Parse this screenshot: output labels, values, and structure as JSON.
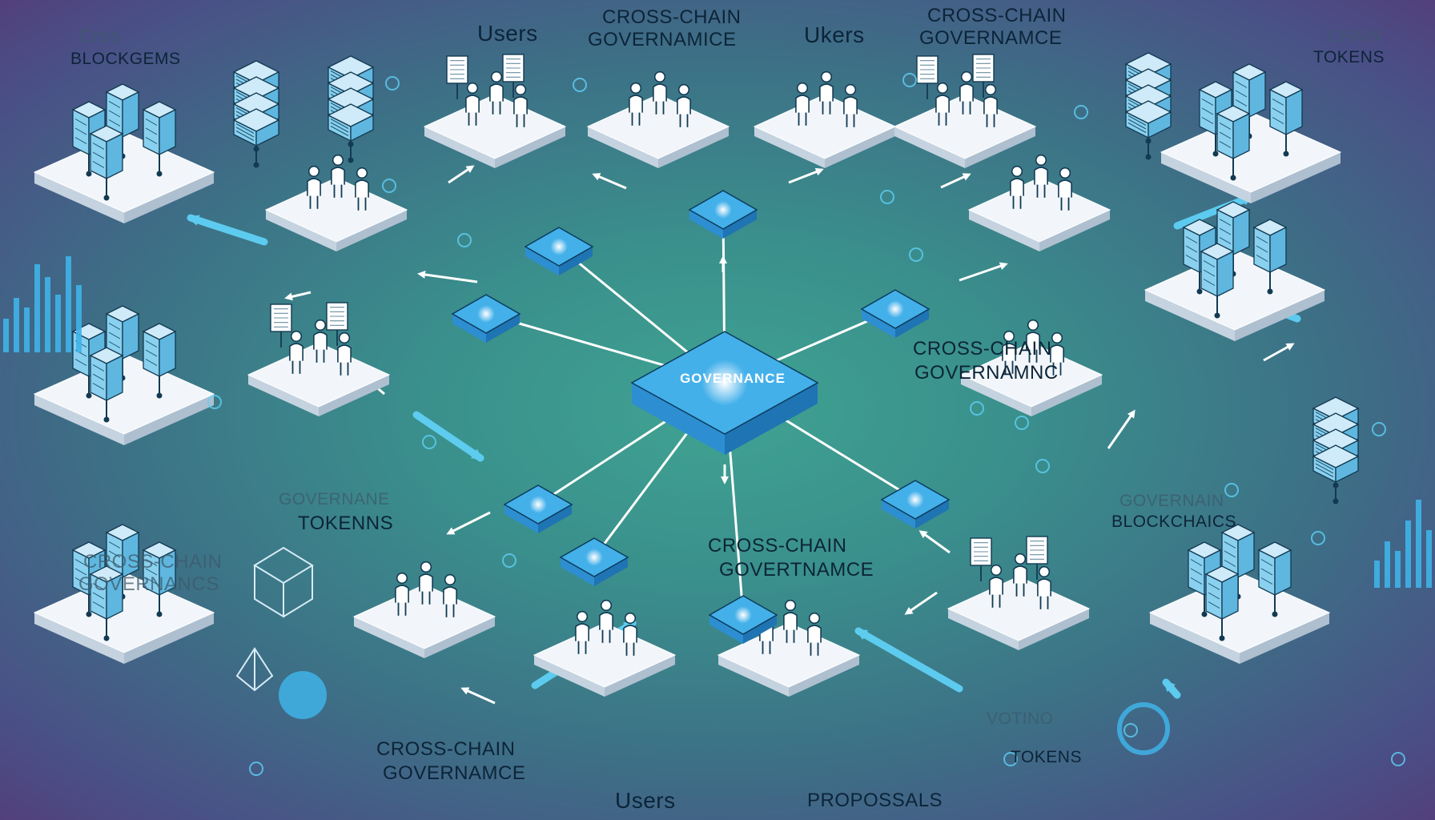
{
  "labels": {
    "top_left": [
      "Cros",
      "BLOCKGEMS"
    ],
    "top_users": "Users",
    "top_governance_1": [
      "CROSS-CHAIN",
      "GOVERNAMICE"
    ],
    "top_ukers": "Ukers",
    "top_governance_2": [
      "CROSS-CHAIN",
      "GOVERNAMCE"
    ],
    "top_right": [
      "-CHAIN",
      "TOKENS"
    ],
    "core": "GOVERNANCE",
    "right_governance": [
      "CROSS-CHAIN",
      "GOVERNAMNC"
    ],
    "left_tokens": [
      "GOVERNANE",
      "TOKENNS"
    ],
    "right_blockchains": [
      "GOVERNAIN",
      "BLOCKCHAICS"
    ],
    "left_governance": [
      "CROSS-CHAIN",
      "GOVERNANCS"
    ],
    "center_governance": [
      "CROSS-CHAIN",
      "GOVERTNAMCE"
    ],
    "bottom_governance": [
      "CROSS-CHAIN",
      "GOVERNAMCE"
    ],
    "bottom_voting": "VOTINO",
    "bottom_tokens": "TOKENS",
    "bottom_users": "Users",
    "bottom_proposals": "PROPOSSALS"
  },
  "colors": {
    "accent": "#3fb3e8",
    "node_blue": "#43b0ea",
    "platform": "#f2f6fa",
    "ink": "#0c2438",
    "background_center": "#3fa392",
    "background_edge": "#52407c"
  }
}
